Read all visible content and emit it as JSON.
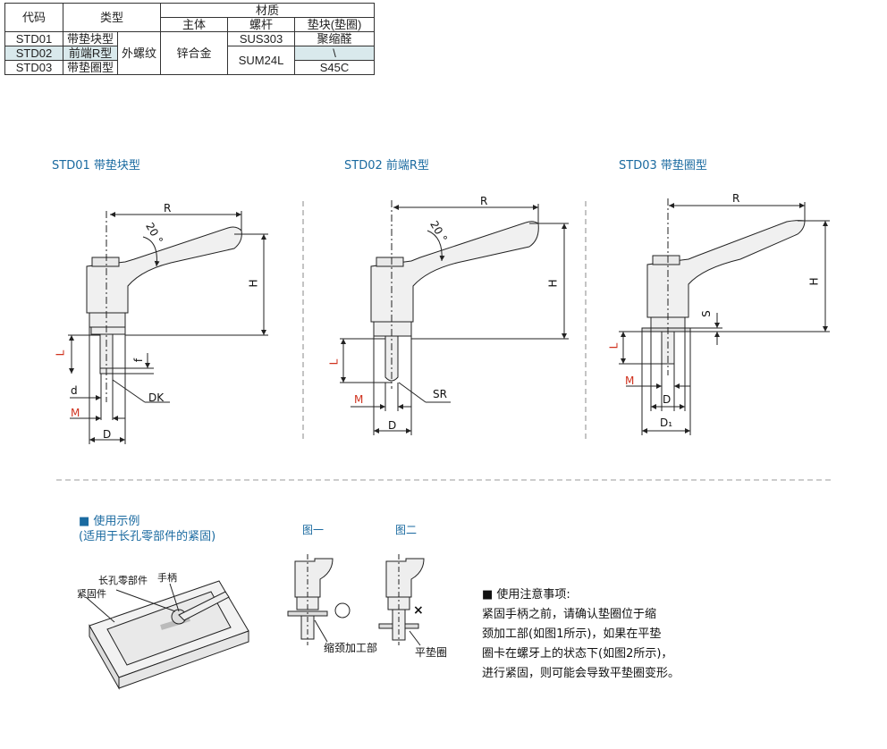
{
  "table": {
    "header_code": "代码",
    "header_type": "类型",
    "header_material": "材质",
    "header_body": "主体",
    "header_screw": "螺杆",
    "header_pad": "垫块(垫圈)",
    "rows": [
      {
        "code": "STD01",
        "type": "带垫块型",
        "pad": "聚缩醛"
      },
      {
        "code": "STD02",
        "type": "前端R型",
        "pad": "\\"
      },
      {
        "code": "STD03",
        "type": "带垫圈型",
        "pad": "S45C"
      }
    ],
    "thread": "外螺纹",
    "body_material": "锌合金",
    "screw_std01": "SUS303",
    "screw_std02_03": "SUM24L"
  },
  "drawings": {
    "std01_title": "STD01  带垫块型",
    "std02_title": "STD02  前端R型",
    "std03_title": "STD03  带垫圈型",
    "dim_R": "R",
    "dim_H": "H",
    "dim_L": "L",
    "dim_M": "M",
    "dim_D": "D",
    "dim_d": "d",
    "dim_f": "f",
    "dim_DK": "DK",
    "dim_SR": "SR",
    "dim_S": "S",
    "dim_D1": "D₁",
    "angle": "20 °"
  },
  "usage": {
    "title": "■ 使用示例",
    "subtitle": "(适用于长孔零部件的紧固)",
    "label_slot": "长孔零部件",
    "label_handle": "手柄",
    "label_fastener": "紧固件",
    "fig1": "图一",
    "fig2": "图二",
    "label_neck": "缩颈加工部",
    "label_washer": "平垫圈"
  },
  "notes": {
    "title": "■ 使用注意事项:",
    "lines": [
      "紧固手柄之前，请确认垫圈位于缩",
      "颈加工部(如图1所示)，如果在平垫",
      "圈卡在螺牙上的状态下(如图2所示)，",
      "进行紧固，则可能会导致平垫圈变形。"
    ]
  },
  "colors": {
    "accent": "#1a6aa0",
    "red": "#d0321e",
    "highlight": "#d9e9ec"
  }
}
